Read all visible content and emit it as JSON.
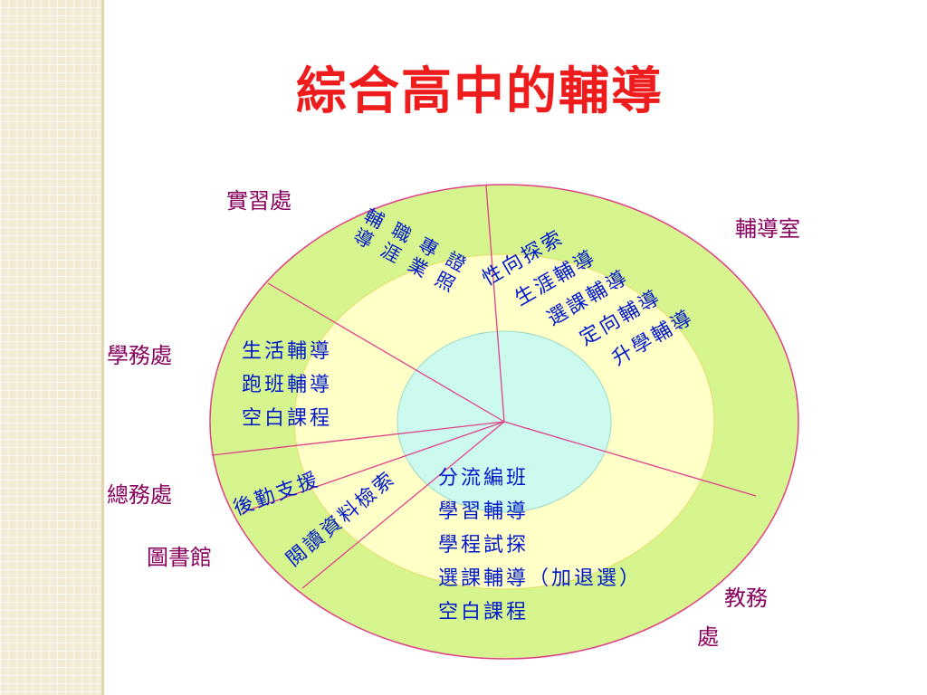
{
  "title": "綜合高中的輔導",
  "offices": {
    "practicum": "實習處",
    "counseling": "輔導室",
    "student_affairs": "學務處",
    "general_affairs": "總務處",
    "library": "圖書館",
    "academic_affairs_1": "教務",
    "academic_affairs_2": "處"
  },
  "practicum_items": [
    "證照",
    "專業",
    "職涯",
    "輔導"
  ],
  "counseling_items": [
    "性向探索",
    "生涯輔導",
    "選課輔導",
    "定向輔導",
    "升學輔導"
  ],
  "student_affairs_items": [
    "生活輔導",
    "跑班輔導",
    "空白課程"
  ],
  "general_affairs_item": "後勤支援",
  "library_item": "閱讀資料檢索",
  "academic_items": [
    "分流編班",
    "學習輔導",
    "學程試探",
    "選課輔導（加退選）",
    "空白課程"
  ],
  "colors": {
    "title": "#ee1c1c",
    "outer_ring": "#d7f58f",
    "middle_ring": "#ffffc8",
    "inner_circle": "#ccfaee",
    "spoke": "#e0408a",
    "office_text": "#8a005f",
    "item_text": "#0018cc"
  }
}
